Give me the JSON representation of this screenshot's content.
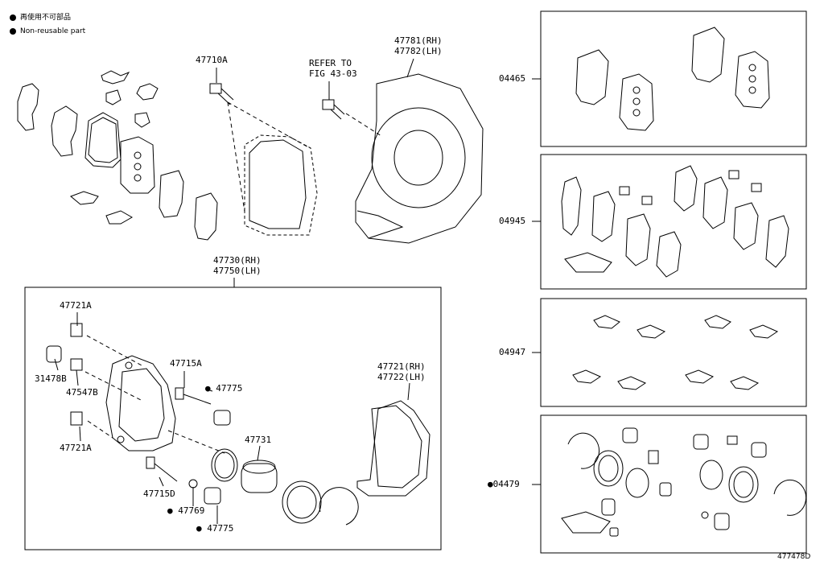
{
  "legend": {
    "non_reusable_ja": "再使用不可部品",
    "non_reusable_en": "Non-reusable part"
  },
  "labels": {
    "p47710A": "47710A",
    "refer_line1": "REFER TO",
    "refer_line2": "FIG 43-03",
    "p47781": "47781(RH)",
    "p47782": "47782(LH)",
    "p47730": "47730(RH)",
    "p47750": "47750(LH)",
    "p47721A_top": "47721A",
    "p31478B": "31478B",
    "p47547B": "47547B",
    "p47715A": "47715A",
    "p47775_top": "47775",
    "p47721A_bottom": "47721A",
    "p47731": "47731",
    "p47721": "47721(RH)",
    "p47722": "47722(LH)",
    "p47715D": "47715D",
    "p47769": "47769",
    "p47775_bottom": "47775",
    "p04465": "04465",
    "p04945": "04945",
    "p04947": "04947",
    "p04479": "04479",
    "figure_id": "477478D"
  },
  "icons": [
    "bullet-dot-icon"
  ],
  "colors": {
    "highlight": "#c8c8ee",
    "line": "#000000"
  }
}
